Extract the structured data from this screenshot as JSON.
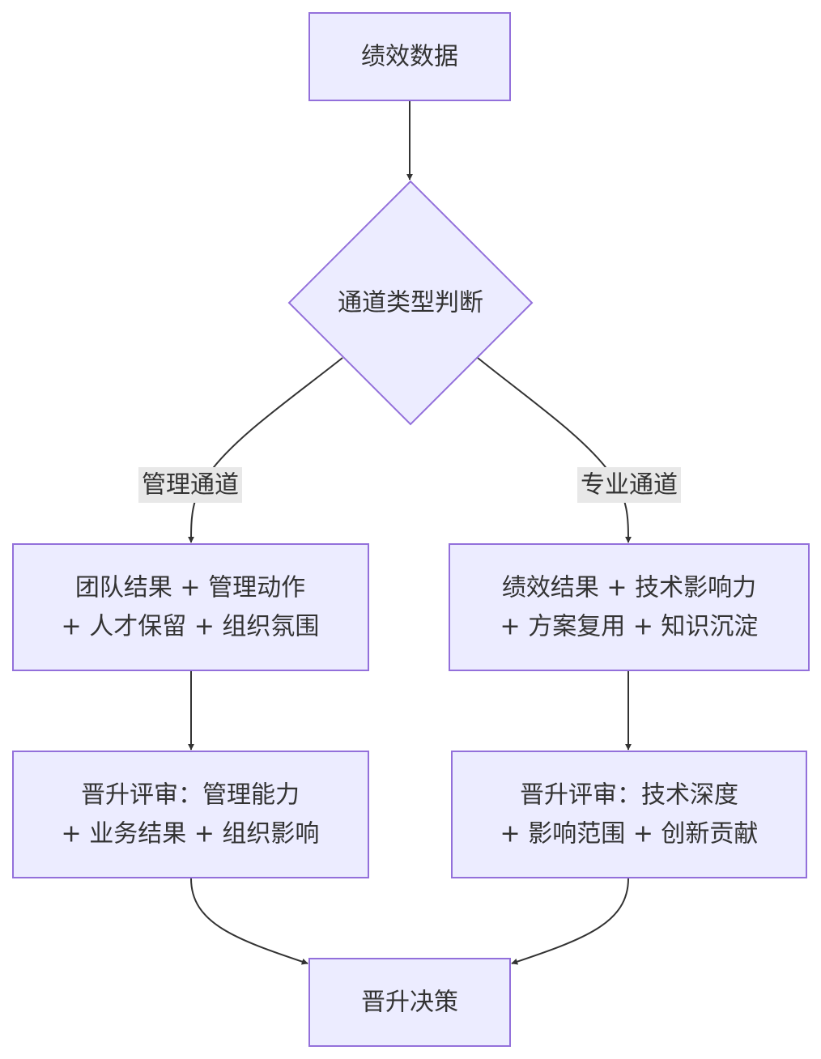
{
  "nodes": {
    "performance_data": {
      "label": "绩效数据"
    },
    "channel_decision": {
      "label": "通道类型判断"
    },
    "mgmt_results": {
      "line1": "团队结果 + 管理动作",
      "line2": "+ 人才保留 + 组织氛围"
    },
    "pro_results": {
      "line1": "绩效结果 + 技术影响力",
      "line2": "+ 方案复用 + 知识沉淀"
    },
    "mgmt_review": {
      "line1": "晋升评审：管理能力",
      "line2": "+ 业务结果 + 组织影响"
    },
    "pro_review": {
      "line1": "晋升评审：技术深度",
      "line2": "+ 影响范围 + 创新贡献"
    },
    "promotion_decision": {
      "label": "晋升决策"
    }
  },
  "edges": {
    "management_channel": {
      "label": "管理通道"
    },
    "professional_channel": {
      "label": "专业通道"
    }
  },
  "colors": {
    "node_fill": "#ECECFF",
    "node_stroke": "#9370DB",
    "edge": "#333333",
    "edge_label_bg": "#E8E8E8"
  }
}
